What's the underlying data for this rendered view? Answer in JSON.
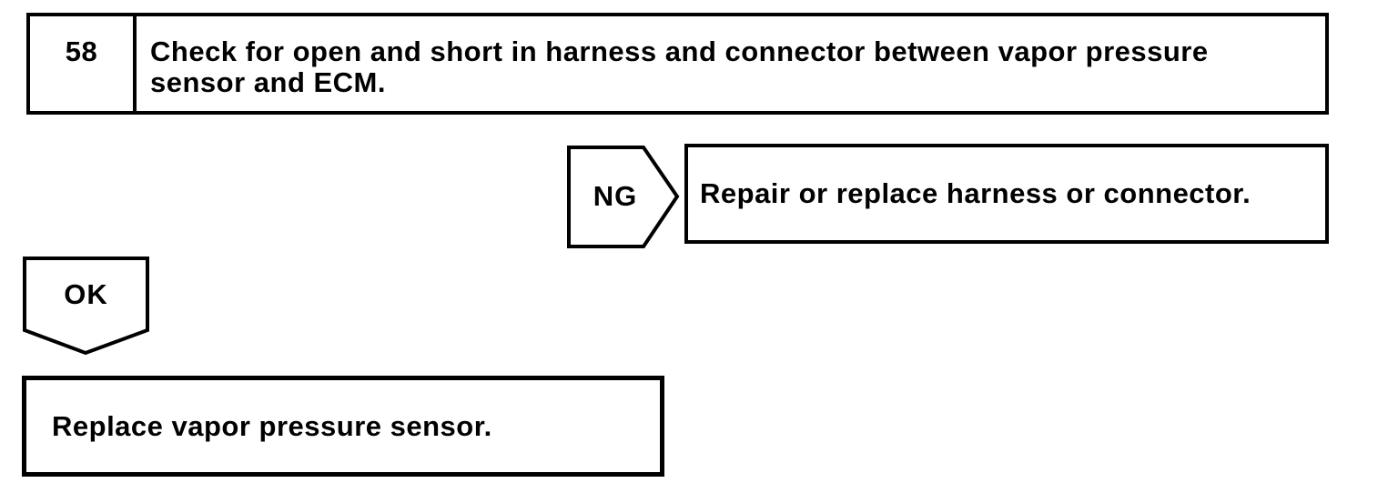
{
  "flowchart": {
    "step": {
      "number": "58",
      "instruction": "Check for open and short in harness and connector between vapor pressure sensor and ECM."
    },
    "branches": [
      {
        "condition": "NG",
        "action": "Repair or replace harness or connector."
      },
      {
        "condition": "OK",
        "action": "Replace vapor pressure sensor."
      }
    ]
  },
  "colors": {
    "ink": "#000000",
    "paper": "#ffffff"
  }
}
